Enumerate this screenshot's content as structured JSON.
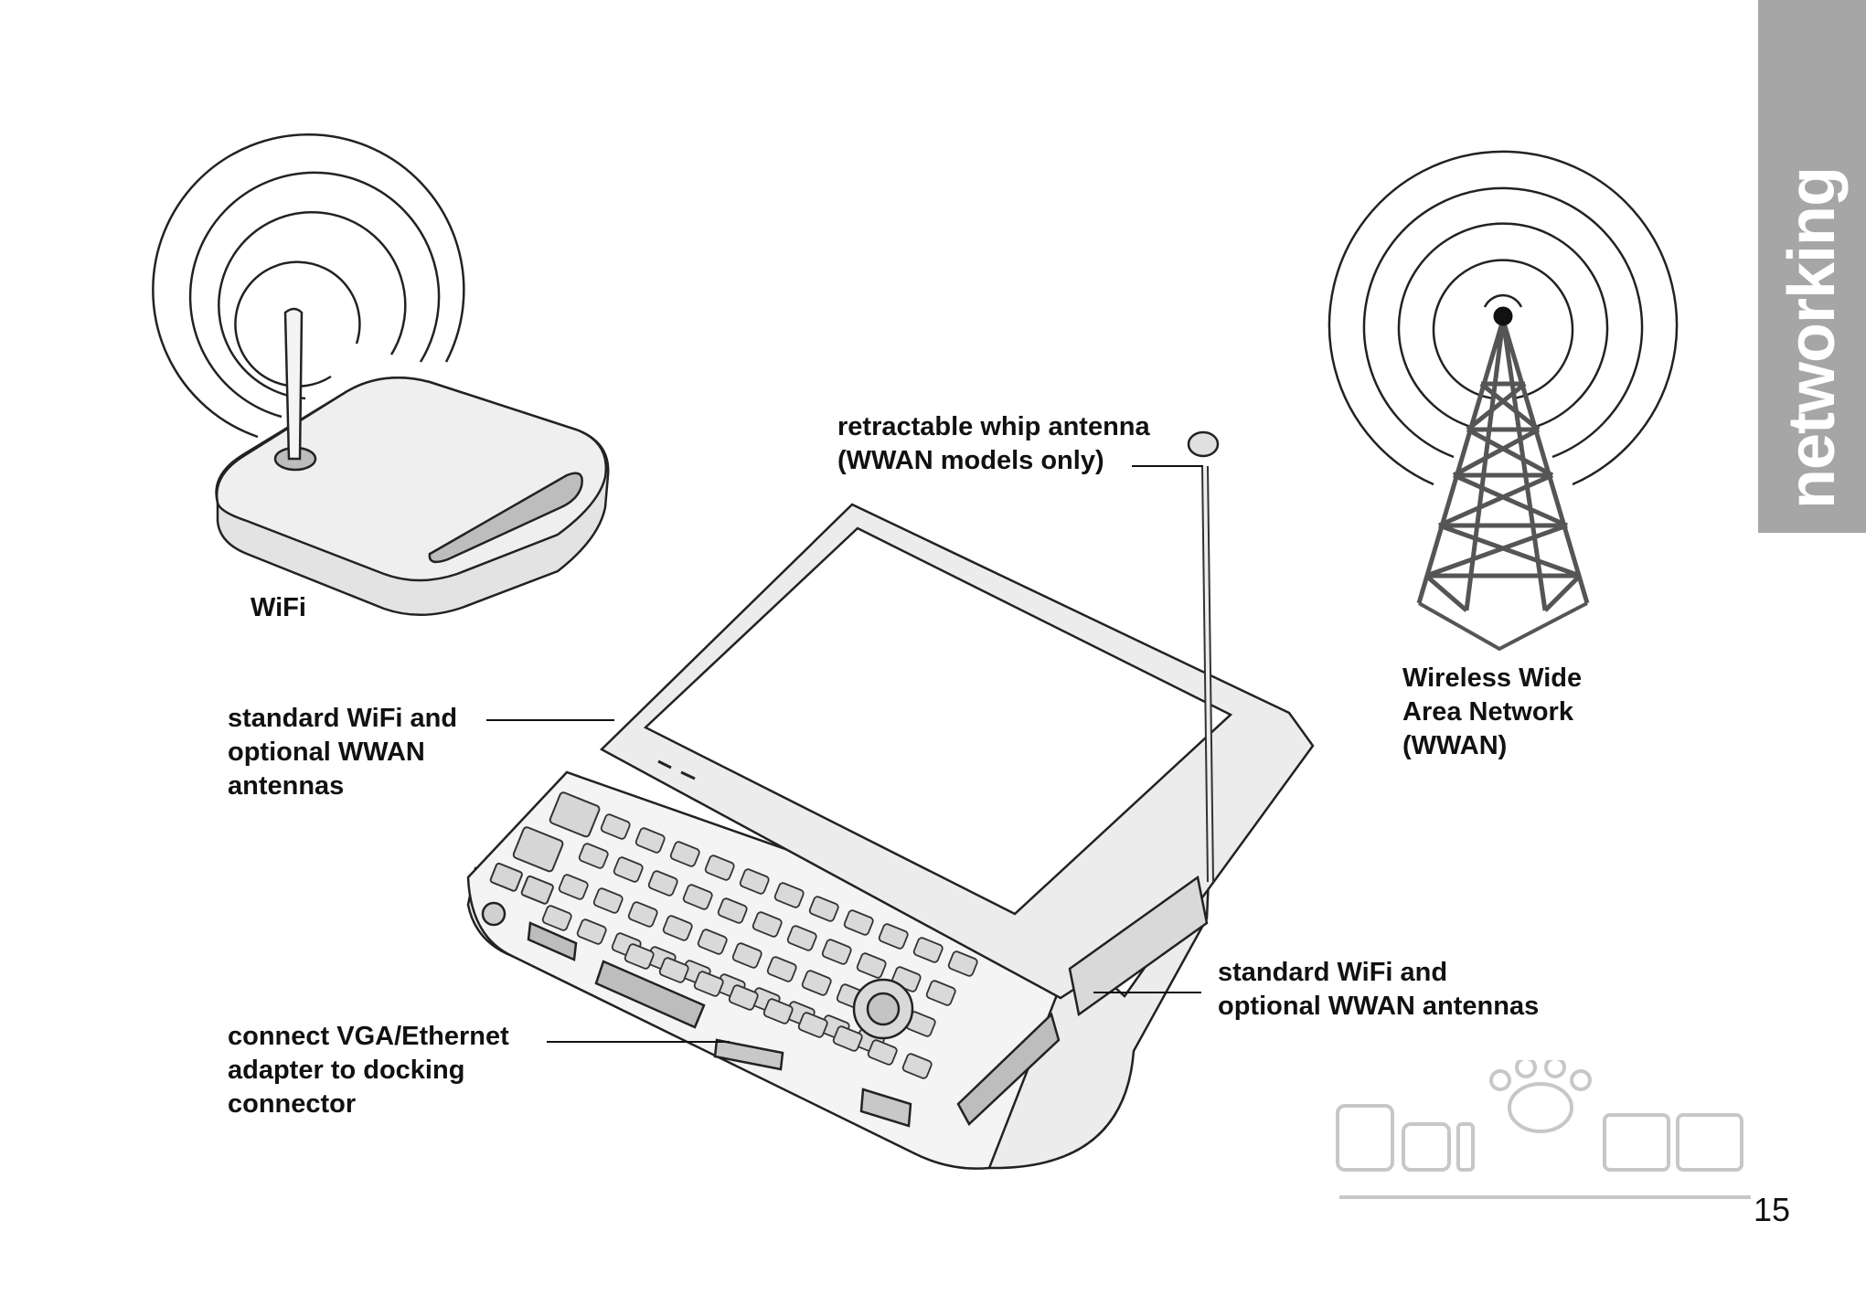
{
  "section_tab": "networking",
  "page_number": "15",
  "labels": {
    "wifi": "WiFi",
    "whip_antenna": [
      "retractable whip antenna",
      "(WWAN models only)"
    ],
    "wwan": [
      "Wireless Wide",
      "Area Network",
      "(WWAN)"
    ],
    "antennas_left": [
      "standard WiFi and",
      "optional WWAN",
      "antennas"
    ],
    "antennas_right": [
      "standard WiFi and",
      "optional WWAN antennas"
    ],
    "vga": [
      "connect VGA/Ethernet",
      "adapter to docking",
      "connector"
    ]
  },
  "colors": {
    "line": "#222222",
    "device_fill": "#ececec",
    "tower_fill": "#9a9a9a",
    "tab": "#a6a6a6"
  },
  "icons": {
    "router": "wifi-router-icon",
    "tower": "cell-tower-icon",
    "device": "umpc-device-icon"
  }
}
